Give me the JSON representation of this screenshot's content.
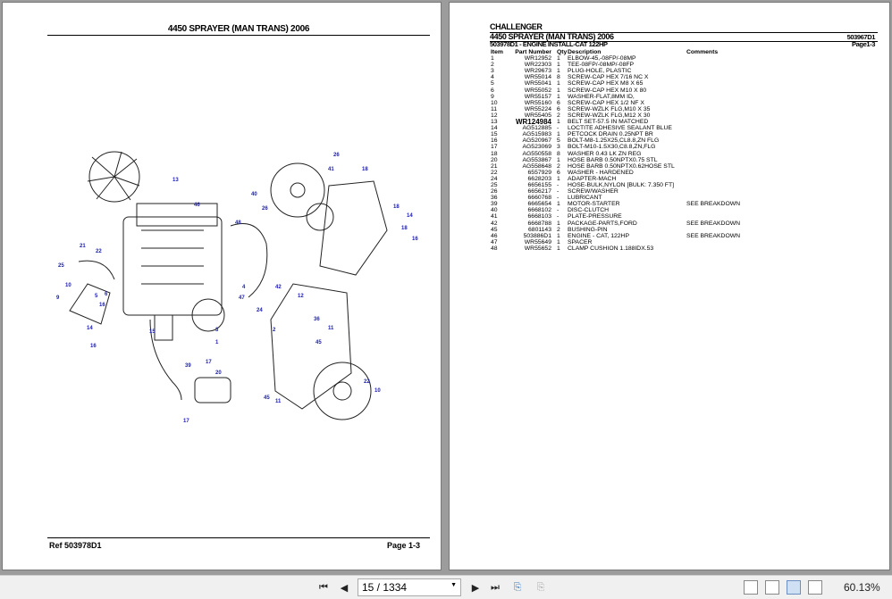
{
  "left_page": {
    "title": "4450 SPRAYER (MAN TRANS) 2006",
    "footer_ref": "Ref   503978D1",
    "footer_page": "Page   1-3",
    "callouts": [
      "26",
      "41",
      "13",
      "18",
      "46",
      "40",
      "26",
      "18",
      "48",
      "14",
      "16",
      "18",
      "21",
      "22",
      "25",
      "9",
      "10",
      "5",
      "6",
      "16",
      "47",
      "4",
      "42",
      "12",
      "3",
      "1",
      "2",
      "24",
      "11",
      "36",
      "45",
      "39",
      "17",
      "20",
      "15",
      "22",
      "10",
      "11",
      "45",
      "17",
      "16",
      "14"
    ]
  },
  "right_page": {
    "brand": "CHALLENGER",
    "title": "4450 SPRAYER (MAN TRANS) 2006",
    "doc_number": "503967D1",
    "section": "503978D1 - ENGINE INSTALL-CAT 122HP",
    "page_label": "Page1-3",
    "columns": [
      "Item",
      "Part Number",
      "Qty",
      "Description",
      "Comments"
    ],
    "rows": [
      [
        "1",
        "WR12952",
        "1",
        "ELBOW-45,-08FP/-08MP",
        ""
      ],
      [
        "2",
        "WR22303",
        "1",
        "TEE-08FP/-08MP/-08FP",
        ""
      ],
      [
        "3",
        "WR29673",
        "1",
        "PLUG-HOLE, PLASTIC",
        ""
      ],
      [
        "4",
        "WR55014",
        "8",
        "SCREW-CAP HEX 7/16 NC X",
        ""
      ],
      [
        "5",
        "WR55041",
        "1",
        "SCREW-CAP HEX M8 X 65",
        ""
      ],
      [
        "6",
        "WR55052",
        "1",
        "SCREW-CAP HEX M10 X 80",
        ""
      ],
      [
        "9",
        "WR55157",
        "1",
        "WASHER-FLAT,8MM ID,",
        ""
      ],
      [
        "10",
        "WR55160",
        "6",
        "SCREW-CAP HEX 1/2 NF X",
        ""
      ],
      [
        "11",
        "WR55224",
        "6",
        "SCREW-WZLK FLG,M10 X 35",
        ""
      ],
      [
        "12",
        "WR55405",
        "2",
        "SCREW-WZLK FLG,M12 X 30",
        ""
      ],
      [
        "13",
        "WR124984",
        "1",
        "BELT SET-57.5 IN  MATCHED",
        ""
      ],
      [
        "14",
        "AG512885",
        "-",
        "LOCTITE ADHESIVE SEALANT  BLUE",
        ""
      ],
      [
        "15",
        "AG515983",
        "1",
        "PETCOCK DRAIN 0.25NPT BR",
        ""
      ],
      [
        "16",
        "AG520967",
        "5",
        "BOLT-M8-1.25X25,CL8.8,ZN FLG",
        ""
      ],
      [
        "17",
        "AG523069",
        "3",
        "BOLT-M10-1.5X30,C8.8,ZN,FLG",
        ""
      ],
      [
        "18",
        "AG550558",
        "8",
        "WASHER 0.43 LK ZN REG",
        ""
      ],
      [
        "20",
        "AG553867",
        "1",
        "HOSE BARB 0.50NPTX0.75 STL",
        ""
      ],
      [
        "21",
        "AG558648",
        "2",
        "HOSE BARB 0.50NPTX0.62HOSE STL",
        ""
      ],
      [
        "22",
        "6557929",
        "6",
        "WASHER - HARDENED",
        ""
      ],
      [
        "24",
        "6628203",
        "1",
        "ADAPTER-MACH",
        ""
      ],
      [
        "25",
        "6656155",
        "-",
        "HOSE-BULK,NYLON [BULK: 7.350 FT]",
        ""
      ],
      [
        "26",
        "6656217",
        "-",
        "SCREW/WASHER",
        ""
      ],
      [
        "36",
        "6660768",
        "-",
        "LUBRICANT",
        ""
      ],
      [
        "39",
        "6665654",
        "1",
        "MOTOR-STARTER",
        "SEE BREAKDOWN"
      ],
      [
        "40",
        "6668102",
        "-",
        "DISC-CLUTCH",
        ""
      ],
      [
        "41",
        "6668103",
        "-",
        "PLATE-PRESSURE",
        ""
      ],
      [
        "42",
        "6668788",
        "1",
        "PACKAGE-PARTS,FORD",
        "SEE BREAKDOWN"
      ],
      [
        "45",
        "6801143",
        "2",
        "BUSHING-PIN",
        ""
      ],
      [
        "46",
        "503886D1",
        "1",
        "ENGINE - CAT, 122HP",
        "SEE BREAKDOWN"
      ],
      [
        "47",
        "WR55649",
        "1",
        "SPACER",
        ""
      ],
      [
        "48",
        "WR55652",
        "1",
        "CLAMP CUSHION 1.188IDX.53",
        ""
      ]
    ]
  },
  "toolbar": {
    "page_value": "15 / 1334",
    "zoom": "60.13%"
  }
}
